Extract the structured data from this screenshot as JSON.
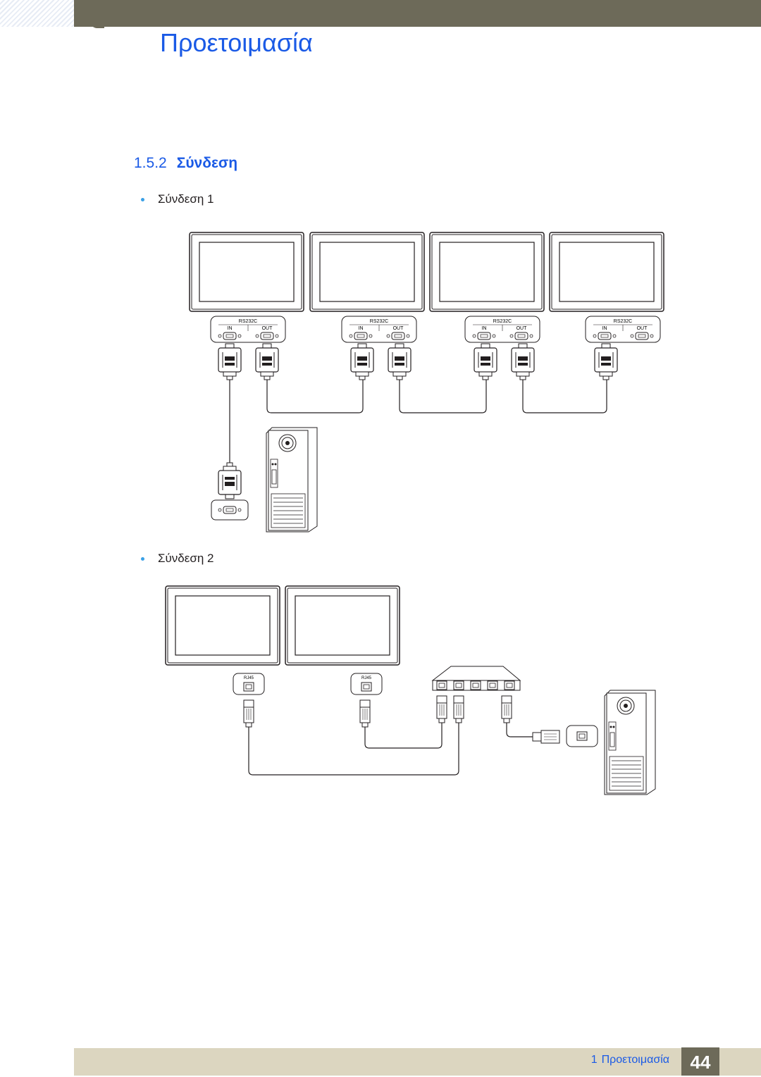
{
  "header": {
    "chapter_title": "Προετοιμασία"
  },
  "section": {
    "number": "1.5.2",
    "title": "Σύνδεση"
  },
  "bullets": {
    "connection1": "Σύνδεση 1",
    "connection2": "Σύνδεση 2"
  },
  "diagram1": {
    "port_label": "RS232C",
    "in_label": "IN",
    "out_label": "OUT"
  },
  "diagram2": {
    "port_label": "RJ45"
  },
  "footer": {
    "chapter_number": "1",
    "chapter_title": "Προετοιμασία",
    "page_number": "44"
  },
  "colors": {
    "accent": "#1a5ae6",
    "bar": "#6d6a59",
    "footer_band": "#dcd6c0",
    "bullet": "#3aa0e6"
  }
}
